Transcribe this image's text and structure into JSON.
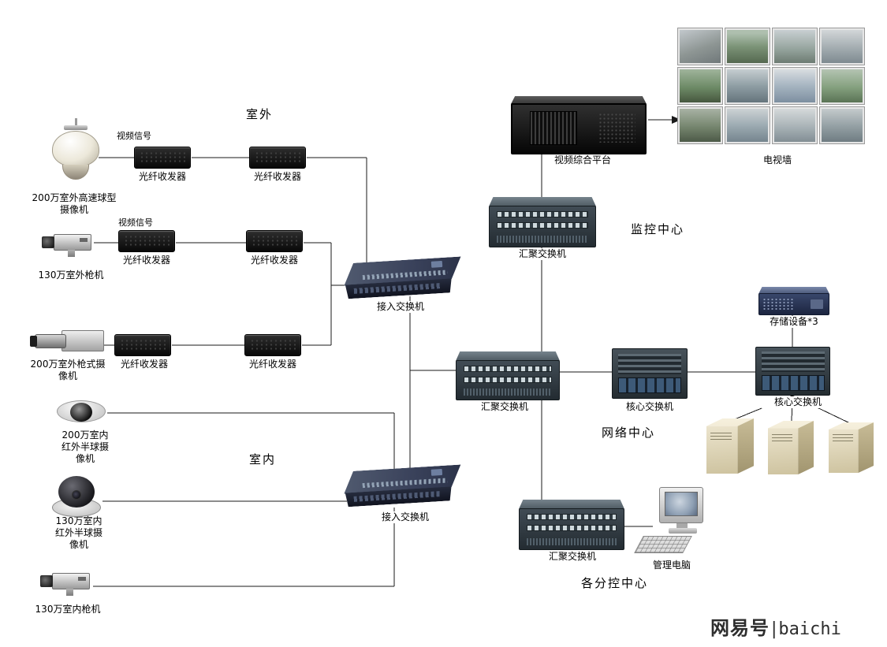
{
  "titles": {
    "outdoor": "室外",
    "indoor": "室内",
    "monitoring_center": "监控中心",
    "network_center": "网络中心",
    "sub_control_center": "各分控中心"
  },
  "cameras": {
    "ptz_outdoor": "200万室外高速球型摄像机",
    "gun_outdoor_130": "130万室外枪机",
    "gun_outdoor_200": "200万室外枪式摄像机",
    "dome_indoor_200": "200万室内红外半球摄像机",
    "dome_indoor_130": "130万室内红外半球摄像机",
    "gun_indoor_130": "130万室内枪机"
  },
  "labels": {
    "video_signal": "视频信号",
    "fiber_transceiver": "光纤收发器",
    "access_switch": "接入交换机",
    "aggregation_switch": "汇聚交换机",
    "core_switch": "核心交换机",
    "video_platform": "视频综合平台",
    "tv_wall": "电视墙",
    "storage": "存储设备*3",
    "management_pc": "管理电脑"
  },
  "watermark": {
    "brand": "网易号",
    "separator": "|",
    "name": "baichi"
  }
}
